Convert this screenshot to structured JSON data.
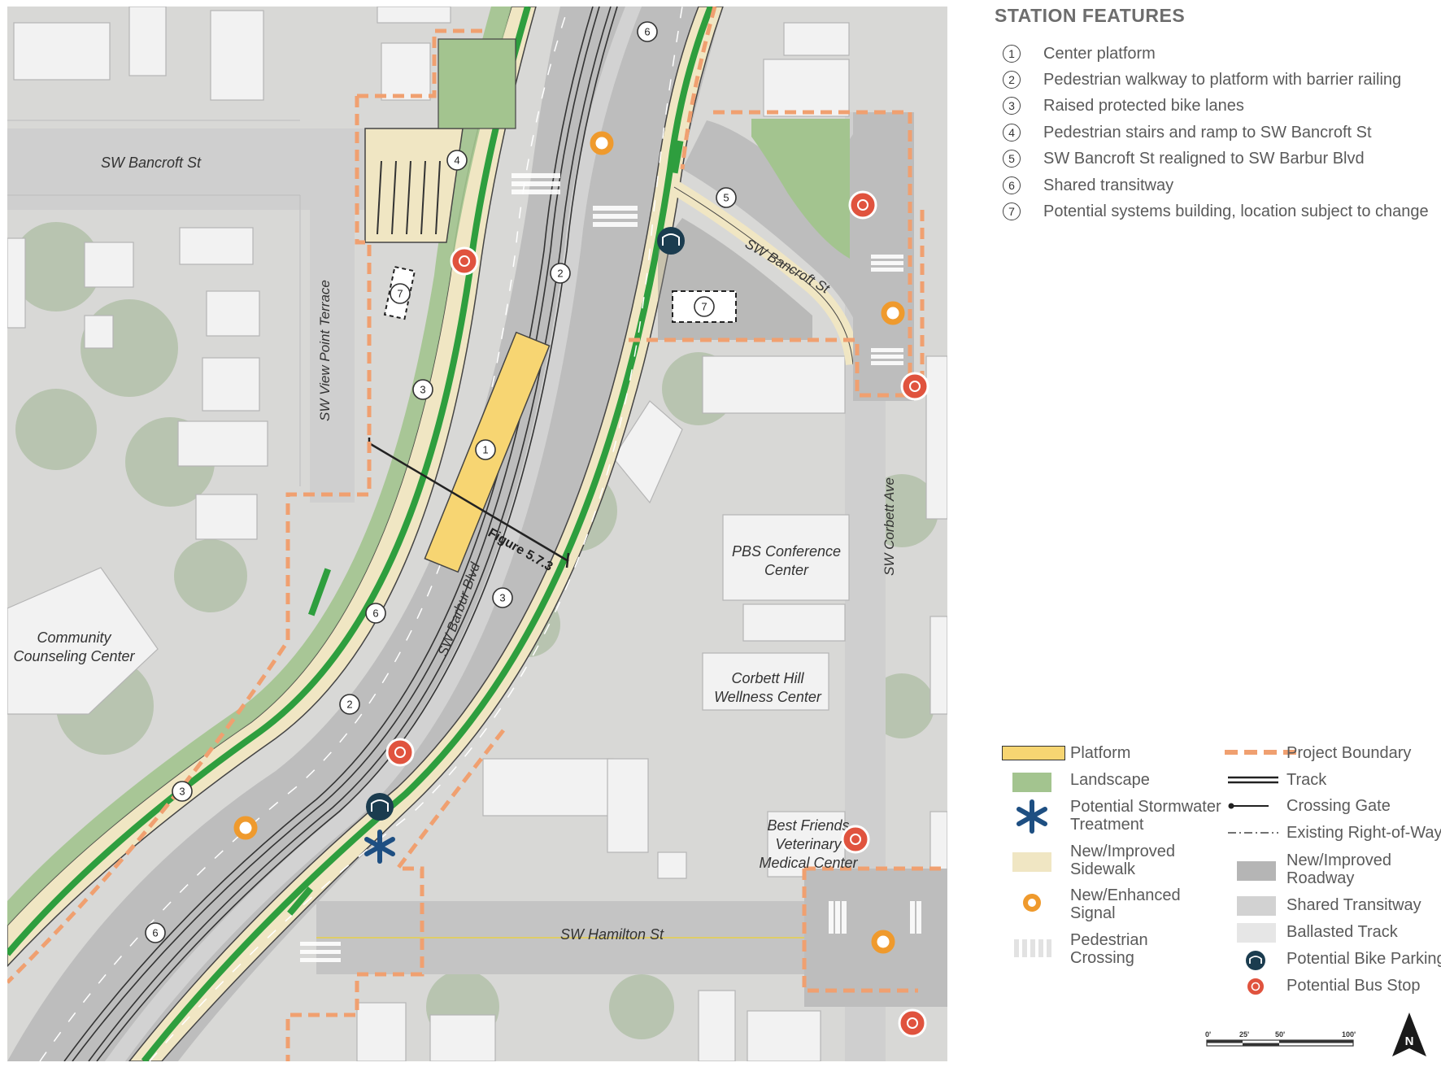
{
  "features": {
    "title": "STATION FEATURES",
    "items": [
      {
        "num": "1",
        "label": "Center platform"
      },
      {
        "num": "2",
        "label": "Pedestrian walkway to platform with barrier railing"
      },
      {
        "num": "3",
        "label": "Raised protected bike lanes"
      },
      {
        "num": "4",
        "label": "Pedestrian stairs and ramp to SW Bancroft St"
      },
      {
        "num": "5",
        "label": "SW Bancroft St realigned to SW Barbur Blvd"
      },
      {
        "num": "6",
        "label": "Shared transitway"
      },
      {
        "num": "7",
        "label": "Potential systems building, location subject to change"
      }
    ]
  },
  "map": {
    "streets": {
      "bancroft_w": "SW Bancroft St",
      "bancroft_e": "SW Bancroft St",
      "view_point": "SW View Point Terrace",
      "corbett": "SW Corbett Ave",
      "barbur": "SW Barbur Blvd",
      "hamilton": "SW Hamilton St"
    },
    "places": {
      "community_1": "Community",
      "community_2": "Counseling Center",
      "pbs_1": "PBS Conference",
      "pbs_2": "Center",
      "corbett_1": "Corbett Hill",
      "corbett_2": "Wellness Center",
      "vet_1": "Best Friends",
      "vet_2": "Veterinary",
      "vet_3": "Medical Center"
    },
    "figure_ref": "Figure 5.7.3",
    "markers": [
      "1",
      "2",
      "2",
      "3",
      "3",
      "3",
      "4",
      "5",
      "6",
      "6",
      "6",
      "7",
      "7"
    ]
  },
  "legend": {
    "left": [
      {
        "key": "platform",
        "lines": [
          "Platform"
        ]
      },
      {
        "key": "landscape",
        "lines": [
          "Landscape"
        ]
      },
      {
        "key": "stormwater",
        "lines": [
          "Potential Stormwater",
          "Treatment"
        ]
      },
      {
        "key": "sidewalk",
        "lines": [
          "New/Improved",
          "Sidewalk"
        ]
      },
      {
        "key": "signal",
        "lines": [
          "New/Enhanced",
          "Signal"
        ]
      },
      {
        "key": "crossing",
        "lines": [
          "Pedestrian",
          "Crossing"
        ]
      }
    ],
    "right": [
      {
        "key": "boundary",
        "lines": [
          "Project Boundary"
        ]
      },
      {
        "key": "track",
        "lines": [
          "Track"
        ]
      },
      {
        "key": "gate",
        "lines": [
          "Crossing Gate"
        ]
      },
      {
        "key": "row",
        "lines": [
          "Existing Right-of-Way"
        ]
      },
      {
        "key": "roadway",
        "lines": [
          "New/Improved",
          "Roadway"
        ]
      },
      {
        "key": "transitway",
        "lines": [
          "Shared Transitway"
        ]
      },
      {
        "key": "ballast",
        "lines": [
          "Ballasted Track"
        ]
      },
      {
        "key": "bike",
        "lines": [
          "Potential Bike Parking"
        ]
      },
      {
        "key": "bus",
        "lines": [
          "Potential Bus Stop"
        ]
      }
    ],
    "colors": {
      "platform": "#f7d572",
      "landscape": "#a3c48f",
      "sidewalk": "#f0e6c3",
      "signal": "#ef9a2d",
      "boundary": "#f0a070",
      "roadway": "#b5b5b5",
      "transitway": "#d2d2d2",
      "ballast": "#e6e6e6",
      "bike": "#1b3c4f",
      "bus": "#e0533e",
      "bikelane": "#2e9e3e",
      "stormwater": "#1e4f82"
    }
  },
  "scale": {
    "labels": [
      "0'",
      "25'",
      "50'",
      "100'"
    ]
  },
  "north": {
    "label": "N"
  }
}
